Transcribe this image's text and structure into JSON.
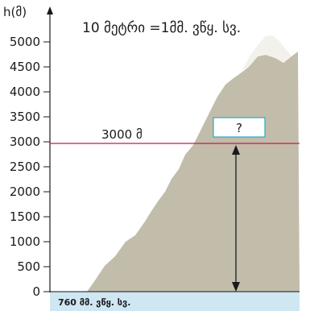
{
  "chart_data": {
    "type": "area",
    "ylabel": "h(მ)",
    "yticks": [
      0,
      500,
      1000,
      1500,
      2000,
      2500,
      3000,
      3500,
      4000,
      4500,
      5000
    ],
    "ylim": [
      0,
      5500
    ],
    "scale_note": "10 მეტრი =1მმ. ვწყ. სვ.",
    "reference_line": {
      "label": "3000 მ",
      "value": 3000,
      "color": "#c2185b"
    },
    "question_label": "?",
    "base_label": "760 მმ. ვწყ. სვ.",
    "mountain_color": "#c2bcaa",
    "sea_color": "#cfe6f3",
    "box_border_color": "#2ba7c9"
  }
}
